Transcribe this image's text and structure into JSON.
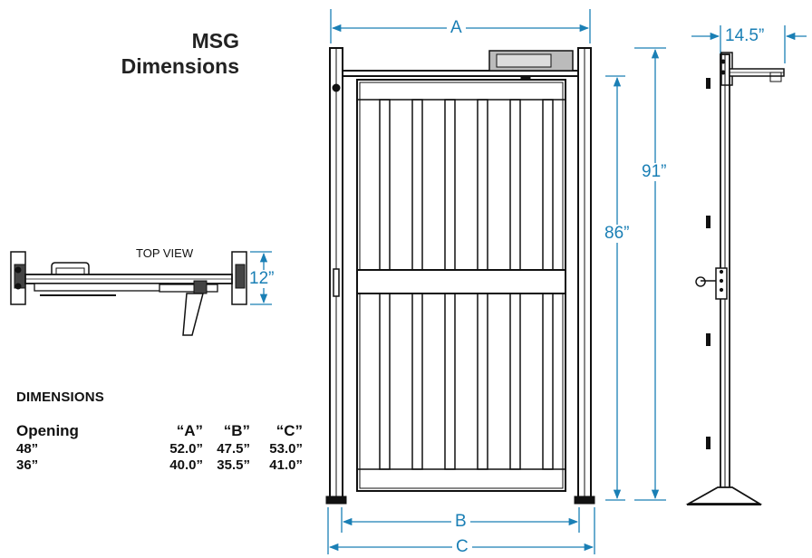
{
  "title": {
    "line1": "MSG",
    "line2": "Dimensions"
  },
  "dimensions": {
    "a": "A",
    "b": "B",
    "c": "C",
    "height_91": "91”",
    "height_86": "86”",
    "depth_14_5": "14.5”",
    "depth_12": "12”"
  },
  "top_view_label": "TOP VIEW",
  "table": {
    "heading": "DIMENSIONS",
    "columns": [
      "Opening",
      "“A”",
      "“B”",
      "“C”"
    ],
    "rows": [
      [
        "48”",
        "52.0”",
        "47.5”",
        "53.0”"
      ],
      [
        "36”",
        "40.0”",
        "35.5”",
        "41.0”"
      ]
    ]
  },
  "colors": {
    "dimension_line": "#1a7fb5",
    "drawing": "#111111"
  }
}
